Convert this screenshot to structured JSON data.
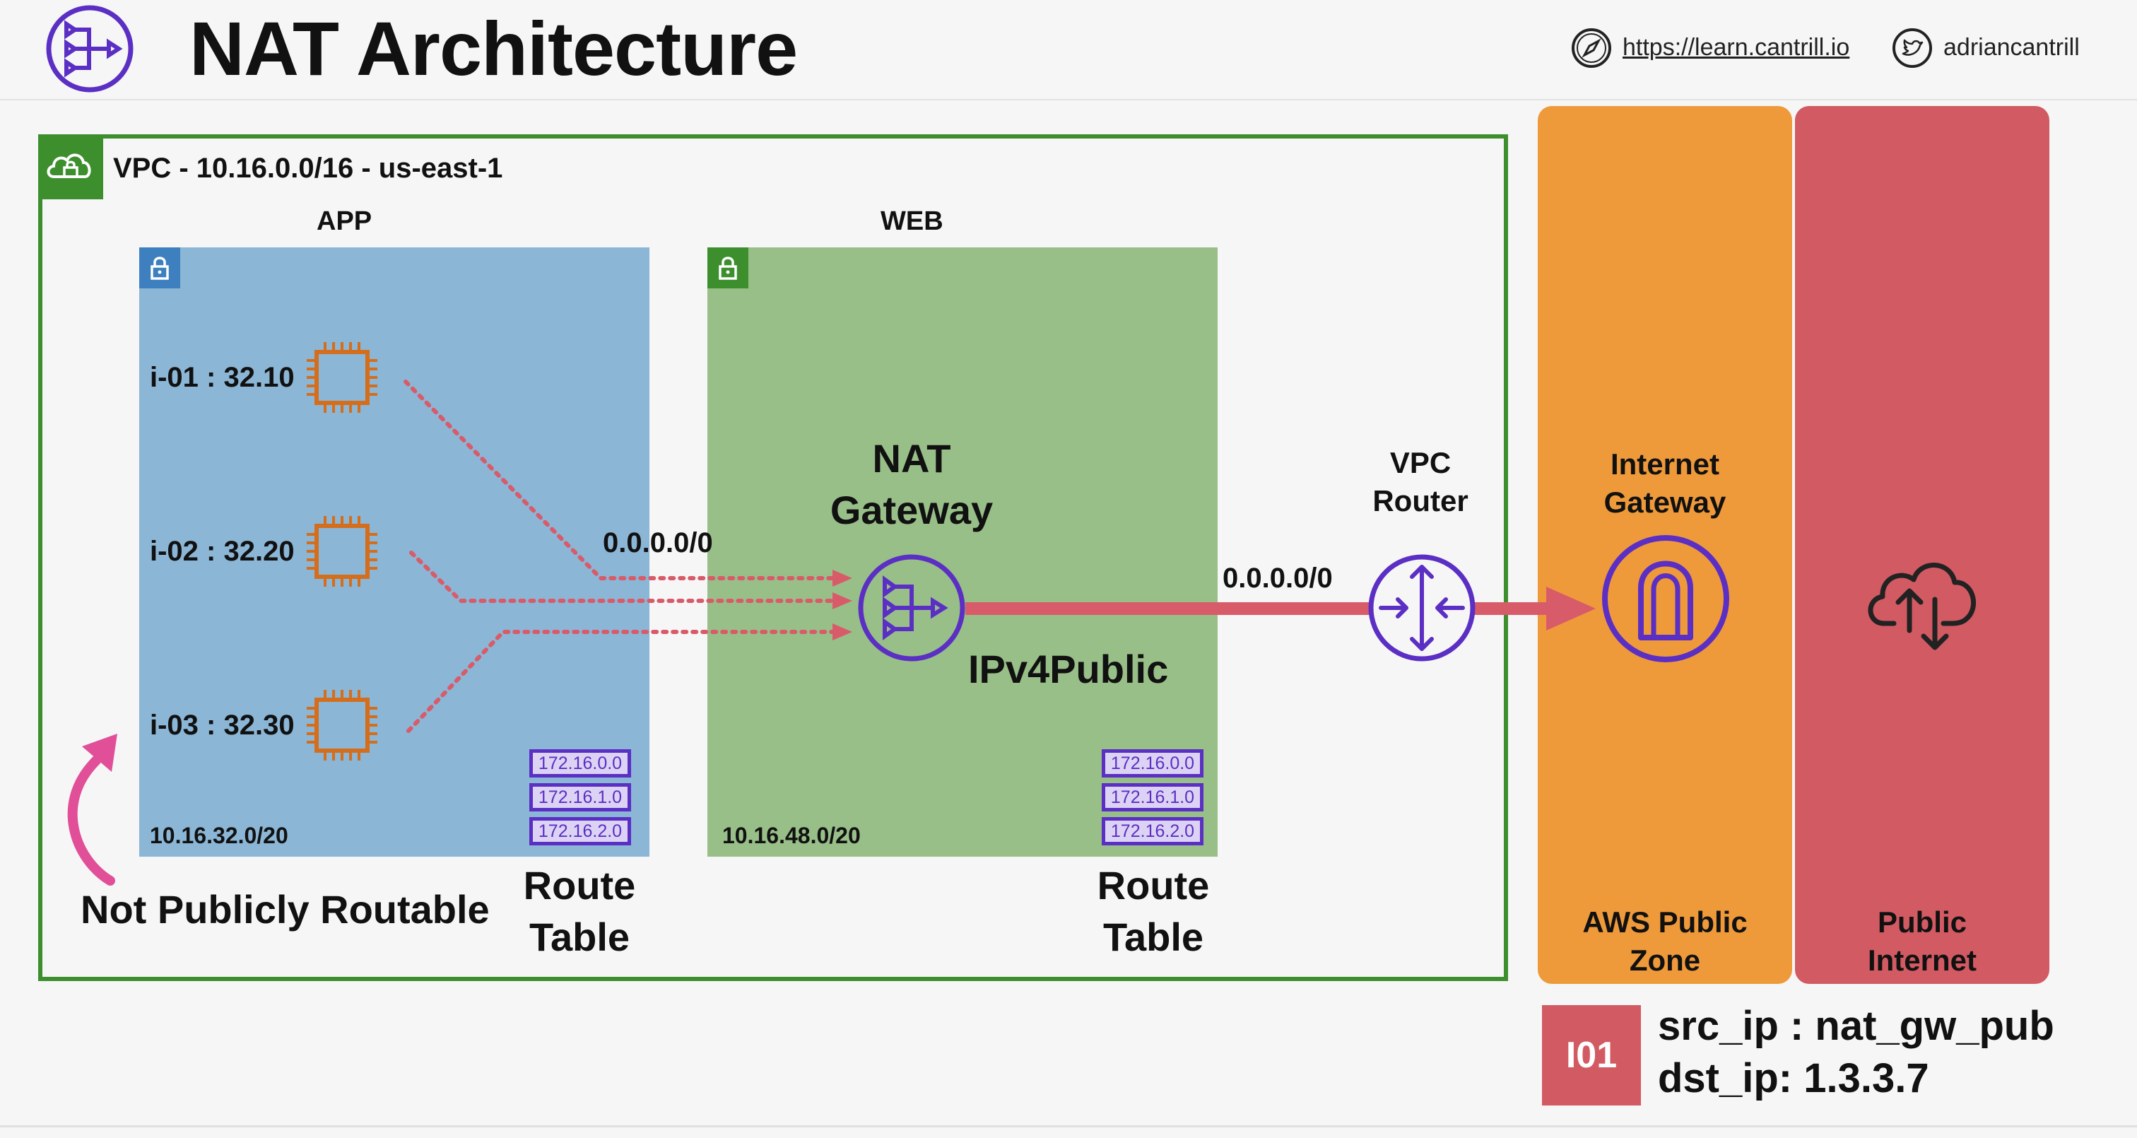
{
  "header": {
    "title": "NAT Architecture",
    "website": "https://learn.cantrill.io",
    "twitter": "adriancantrill",
    "logo_icon": "nat-gateway-icon"
  },
  "vpc": {
    "label": "VPC - 10.16.0.0/16 - us-east-1",
    "icon": "cloud-lock-icon"
  },
  "app_subnet": {
    "title": "APP",
    "cidr": "10.16.32.0/20",
    "instances": [
      {
        "label": "i-01 : 32.10"
      },
      {
        "label": "i-02 : 32.20"
      },
      {
        "label": "i-03 : 32.30"
      }
    ],
    "route_entries": [
      "172.16.0.0",
      "172.16.1.0",
      "172.16.2.0"
    ],
    "route_table_label": "Route Table",
    "route_table_line1": "Route",
    "route_table_line2": "Table"
  },
  "web_subnet": {
    "title": "WEB",
    "cidr": "10.16.48.0/20",
    "nat_gateway_line1": "NAT",
    "nat_gateway_line2": "Gateway",
    "nat_ip_label": "IPv4Public",
    "route_entries": [
      "172.16.0.0",
      "172.16.1.0",
      "172.16.2.0"
    ],
    "route_table_line1": "Route",
    "route_table_line2": "Table"
  },
  "routes": {
    "app_default": "0.0.0.0/0",
    "web_default": "0.0.0.0/0"
  },
  "vpc_router": {
    "line1": "VPC",
    "line2": "Router"
  },
  "internet_gateway": {
    "line1": "Internet",
    "line2": "Gateway"
  },
  "zones": {
    "aws_public_line1": "AWS Public",
    "aws_public_line2": "Zone",
    "internet_line1": "Public",
    "internet_line2": "Internet"
  },
  "annotation": "Not Publicly Routable",
  "packet": {
    "badge": "I01",
    "src": "src_ip : nat_gw_pub",
    "dst": "dst_ip: 1.3.3.7"
  },
  "colors": {
    "vpc_border": "#3d8f2e",
    "app_subnet": "#8bb6d6",
    "web_subnet": "#98bf88",
    "aws_zone": "#ef9a3a",
    "internet_zone": "#d25a62",
    "instance_orange": "#d46e1c",
    "gateway_purple": "#5b2fc4",
    "flow_red": "#d85b6a",
    "annotation_pink": "#e04f97"
  }
}
